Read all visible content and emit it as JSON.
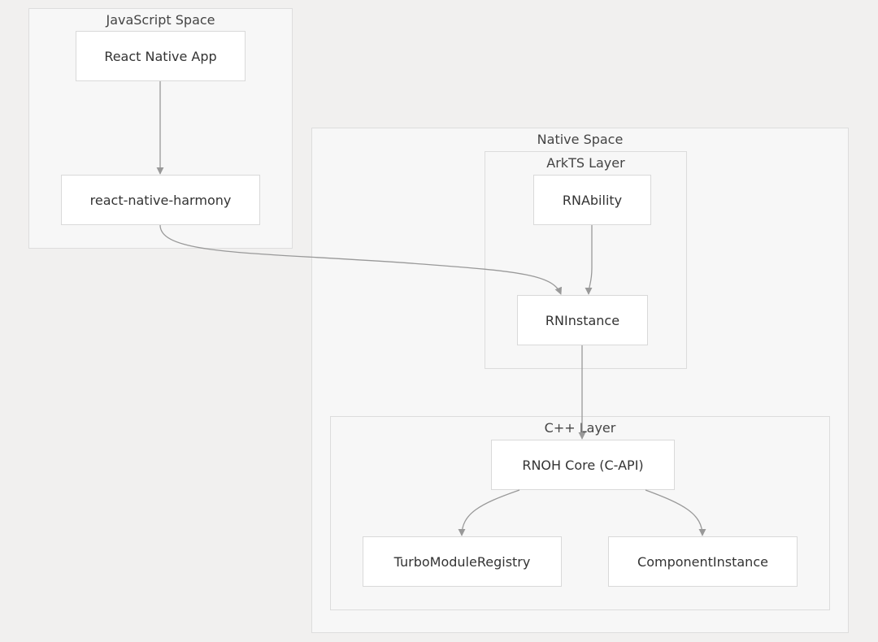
{
  "clusters": {
    "js_space": {
      "label": "JavaScript Space"
    },
    "native_space": {
      "label": "Native Space"
    },
    "arkts_layer": {
      "label": "ArkTS Layer"
    },
    "cpp_layer": {
      "label": "C++ Layer"
    }
  },
  "nodes": {
    "react_native_app": "React Native App",
    "react_native_harmony": "react-native-harmony",
    "rnability": "RNAbility",
    "rninstance": "RNInstance",
    "rnoh_core": "RNOH Core (C-API)",
    "turbo_module_registry": "TurboModuleRegistry",
    "component_instance": "ComponentInstance"
  },
  "edges": [
    {
      "from": "React Native App",
      "to": "react-native-harmony"
    },
    {
      "from": "react-native-harmony",
      "to": "RNInstance"
    },
    {
      "from": "RNAbility",
      "to": "RNInstance"
    },
    {
      "from": "RNInstance",
      "to": "RNOH Core (C-API)"
    },
    {
      "from": "RNOH Core (C-API)",
      "to": "TurboModuleRegistry"
    },
    {
      "from": "RNOH Core (C-API)",
      "to": "ComponentInstance"
    }
  ],
  "colors": {
    "background": "#f1f0ef",
    "cluster_fill": "#f7f7f7",
    "node_fill": "#ffffff",
    "border": "#d9d9d9",
    "edge": "#999999"
  }
}
